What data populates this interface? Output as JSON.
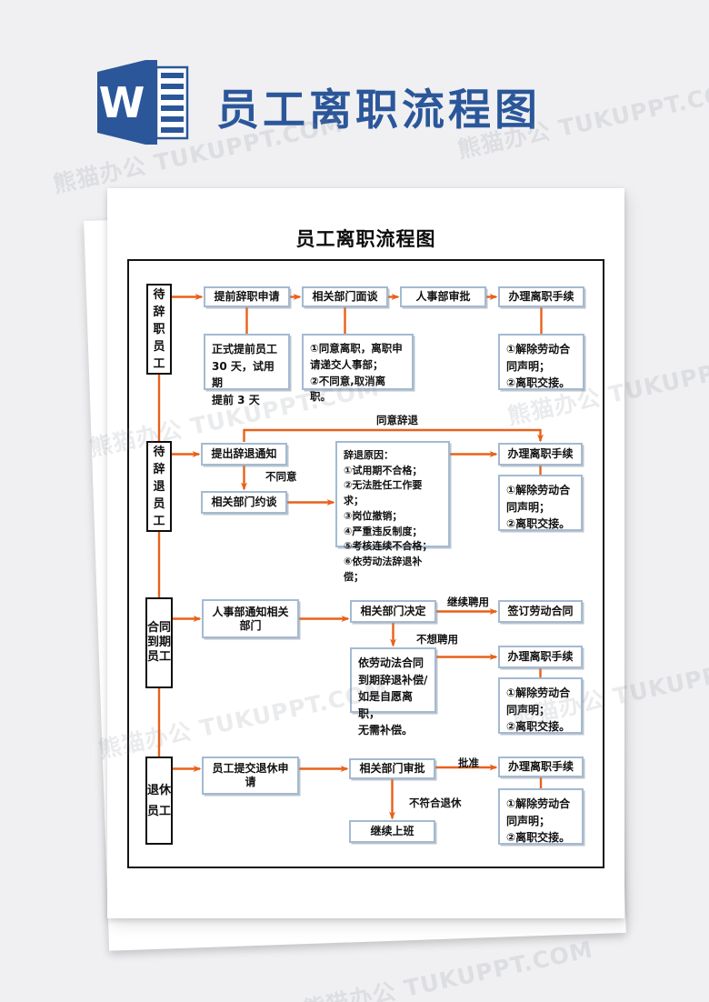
{
  "watermark": {
    "text": "熊猫办公 TUKUPPT.COM"
  },
  "header": {
    "title": "员工离职流程图",
    "logo_letter": "W",
    "word_blue": "#2b579a"
  },
  "doc": {
    "title": "员工离职流程图"
  },
  "colors": {
    "arrow_orange": "#e8611a",
    "box_border_blue": "#a4bad2",
    "outer_border_black": "#141414"
  },
  "flow": {
    "resign": {
      "label": "待辞职员工",
      "apply": "提前辞职申请",
      "interview": "相关部门面谈",
      "hr_approve": "人事部审批",
      "handle": "办理离职手续",
      "notice_days": "正式提前员工\n30 天，试用期\n提前 3 天",
      "interview_note": "①同意离职，离职申\n请递交人事部；\n②不同意,取消离职。",
      "handover": "①解除劳动合\n同声明；\n②离职交接。"
    },
    "dismiss": {
      "label": "待辞退员工",
      "notify": "提出辞退通知",
      "agree_label": "同意辞退",
      "disagree_label": "不同意",
      "talk": "相关部门约谈",
      "reasons": "辞退原因：\n①试用期不合格；\n②无法胜任工作要求；\n③岗位撤销；\n④严重违反制度；\n⑤考核连续不合格；\n⑥依劳动法辞退补偿；",
      "handle": "办理离职手续",
      "handover": "①解除劳动合\n同声明；\n②离职交接。"
    },
    "contract": {
      "label": "合同到期员工",
      "hr_notify": "人事部通知相关\n部门",
      "dept_decide": "相关部门决定",
      "rehire_label": "继续聘用",
      "sign": "签订劳动合同",
      "no_rehire_label": "不想聘用",
      "compensation": "依劳动法合同\n到期辞退补偿/\n如是自愿离职，\n无需补偿。",
      "handle": "办理离职手续",
      "handover": "①解除劳动合\n同声明；\n②离职交接。"
    },
    "retire": {
      "label": "退休员工",
      "submit": "员工提交退休申\n请",
      "dept_approve": "相关部门审批",
      "approve_label": "批准",
      "handle": "办理离职手续",
      "not_qualified_label": "不符合退休",
      "continue_work": "继续上班",
      "handover": "①解除劳动合\n同声明；\n②离职交接。"
    }
  }
}
